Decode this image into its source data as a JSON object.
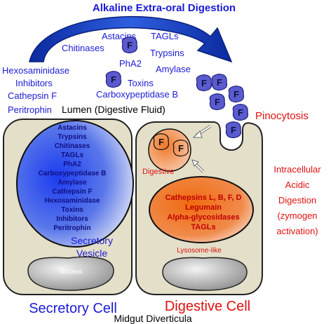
{
  "title": "Alkaline Extra-oral Digestion",
  "lumen_enzymes": [
    "Astacins",
    "TAGLs",
    "Chitinases",
    "Trypsins",
    "PhA2",
    "Amylase",
    "Hexosaminidase",
    "Inhibitors",
    "Toxins",
    "Carboxypeptidase B",
    "Cathepsin F",
    "Peritrophin"
  ],
  "lumen_label": "Lumen (Digestive Fluid)",
  "pinocytosis_label": "Pinocytosis",
  "vesicle_enzymes": [
    "Astacins",
    "Trypsins",
    "Chitinases",
    "TAGLs",
    "PhA2",
    "Carboxypeptidase B",
    "Amylase",
    "Cathepsin F",
    "Hexosaminidase",
    "Toxins",
    "Inhibitors",
    "Peritrophin"
  ],
  "secretory_vesicle_label": [
    "Secretory",
    "Vesicle"
  ],
  "nucleus_label": "Nucleus",
  "secretory_cell_label": "Secretory Cell",
  "digestive_cell_label": "Digestive Cell",
  "midgut_label": "Midgut Diverticula",
  "digestive_vesicle_label": "Digestive",
  "lysosome_enzymes": [
    "Cathepsins L, B, F, D",
    "Legumain",
    "Alpha-glycosidases",
    "TAGLs"
  ],
  "lysosome_label": "Lysosome-like",
  "intracellular_label": [
    "Intracellular",
    "Acidic",
    "Digestion",
    "(zymogen",
    "activation)"
  ],
  "f_letter": "F",
  "colors": {
    "blue": "#1a1ad6",
    "red": "#e01010",
    "cell_fill": "#e3dfc9",
    "f_blob": "#5b5bd0",
    "arrow": "#1f45b8"
  }
}
